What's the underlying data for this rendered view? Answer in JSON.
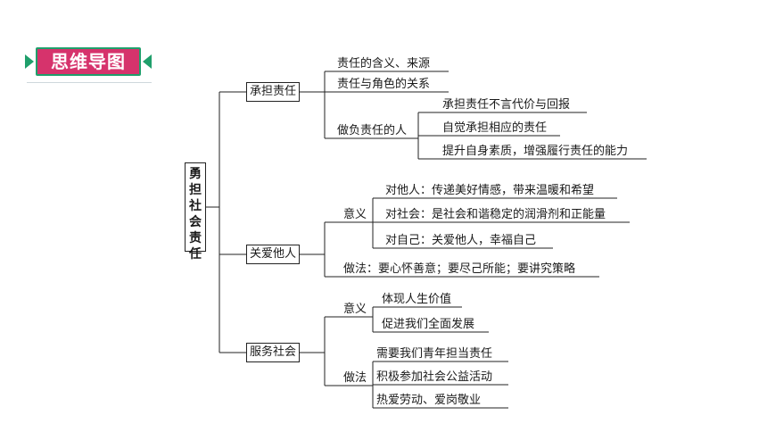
{
  "header": {
    "title": "思维导图"
  },
  "root": {
    "label": "勇担社会责任"
  },
  "branches": [
    {
      "label": "承担责任",
      "items": [
        "责任的含义、来源",
        "责任与角色的关系"
      ],
      "sub": {
        "label": "做负责任的人",
        "items": [
          "承担责任不言代价与回报",
          "自觉承担相应的责任",
          "提升自身素质，增强履行责任的能力"
        ]
      }
    },
    {
      "label": "关爱他人",
      "meaning": {
        "label": "意义",
        "items": [
          "对他人：传递美好情感，带来温暖和希望",
          "对社会：是社会和谐稳定的润滑剂和正能量",
          "对自己：关爱他人，幸福自己"
        ]
      },
      "method": "做法：要心怀善意；要尽己所能；要讲究策略"
    },
    {
      "label": "服务社会",
      "meaning": {
        "label": "意义",
        "items": [
          "体现人生价值",
          "促进我们全面发展"
        ]
      },
      "method": {
        "label": "做法",
        "items": [
          "需要我们青年担当责任",
          "积极参加社会公益活动",
          "热爱劳动、爱岗敬业"
        ]
      }
    }
  ],
  "colors": {
    "badge_fill": "#d6336c",
    "badge_border": "#1f9f6b",
    "line": "#222222"
  }
}
